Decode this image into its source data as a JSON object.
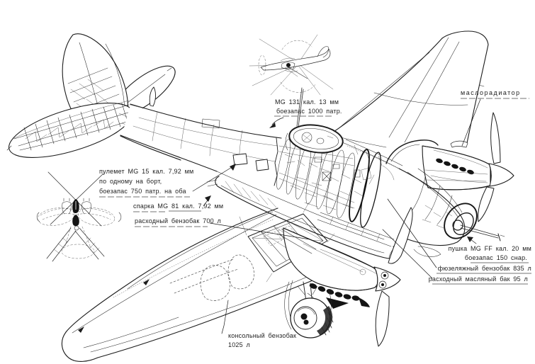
{
  "drawing": {
    "paper_color": "#ffffff",
    "ink_color": "#1c1c1c"
  },
  "labels": {
    "mg131": {
      "line1": "MG 131 кал. 13 мм",
      "line2": "боезапас 1000 патр."
    },
    "oil_radiator": {
      "line1": "маслорадиатор"
    },
    "mg15": {
      "line1": "пулемет MG 15 кал. 7,92 мм",
      "line2": "по одному на борт,",
      "line3": "боезапас 750 патр. на оба"
    },
    "mg81": {
      "line1": "спарка MG 81 кал. 7,92 мм"
    },
    "fuel_feed_tank": {
      "line1": "расходный бензобак 700 л"
    },
    "mgff": {
      "line1": "пушка MG FF кал. 20 мм",
      "line2": "боезапас 150 снар."
    },
    "fuselage_fuel_tank": {
      "line1": "фюзеляжный бензобак 835 л"
    },
    "oil_feed_tank": {
      "line1": "расходный масляный бак 95 л"
    },
    "outer_wing_tank": {
      "line1": "консольный бензобак",
      "line2": "1025 л"
    }
  }
}
